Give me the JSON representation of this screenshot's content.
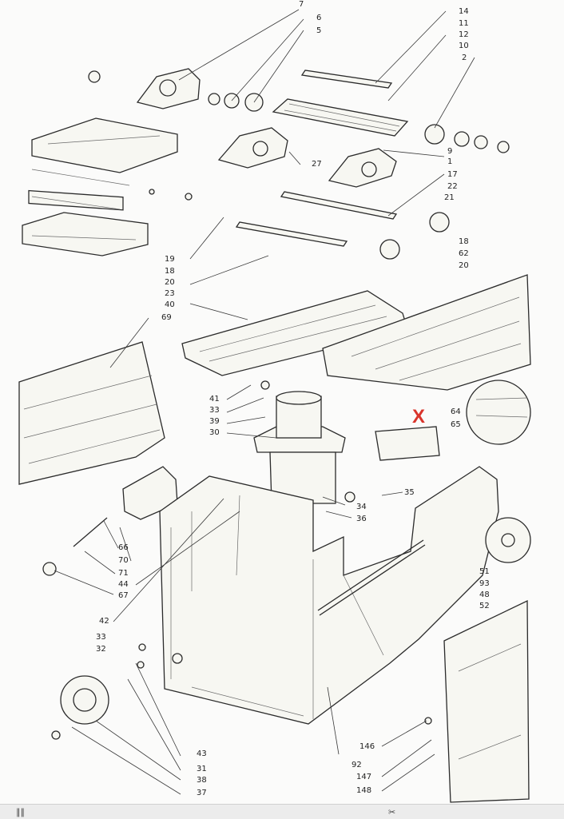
{
  "labels": [
    {
      "text": "7"
    },
    {
      "text": "6"
    },
    {
      "text": "5"
    },
    {
      "text": "14"
    },
    {
      "text": "11"
    },
    {
      "text": "12"
    },
    {
      "text": "10"
    },
    {
      "text": "2"
    },
    {
      "text": "9"
    },
    {
      "text": "1"
    },
    {
      "text": "27"
    },
    {
      "text": "17"
    },
    {
      "text": "22"
    },
    {
      "text": "21"
    },
    {
      "text": "18"
    },
    {
      "text": "62"
    },
    {
      "text": "20"
    },
    {
      "text": "19"
    },
    {
      "text": "18"
    },
    {
      "text": "20"
    },
    {
      "text": "23"
    },
    {
      "text": "40"
    },
    {
      "text": "69"
    },
    {
      "text": "41"
    },
    {
      "text": "33"
    },
    {
      "text": "39"
    },
    {
      "text": "30"
    },
    {
      "text": "64"
    },
    {
      "text": "65"
    },
    {
      "text": "34"
    },
    {
      "text": "35"
    },
    {
      "text": "36"
    },
    {
      "text": "66"
    },
    {
      "text": "70"
    },
    {
      "text": "71"
    },
    {
      "text": "44"
    },
    {
      "text": "67"
    },
    {
      "text": "51"
    },
    {
      "text": "93"
    },
    {
      "text": "48"
    },
    {
      "text": "52"
    },
    {
      "text": "42"
    },
    {
      "text": "33"
    },
    {
      "text": "32"
    },
    {
      "text": "43"
    },
    {
      "text": "31"
    },
    {
      "text": "38"
    },
    {
      "text": "37"
    },
    {
      "text": "146"
    },
    {
      "text": "92"
    },
    {
      "text": "147"
    },
    {
      "text": "148"
    }
  ],
  "marker": {
    "text": "X",
    "color": "#d9342b"
  },
  "strip": {
    "left_glyph": "∥∥",
    "mid_icon": "crop-icon"
  }
}
